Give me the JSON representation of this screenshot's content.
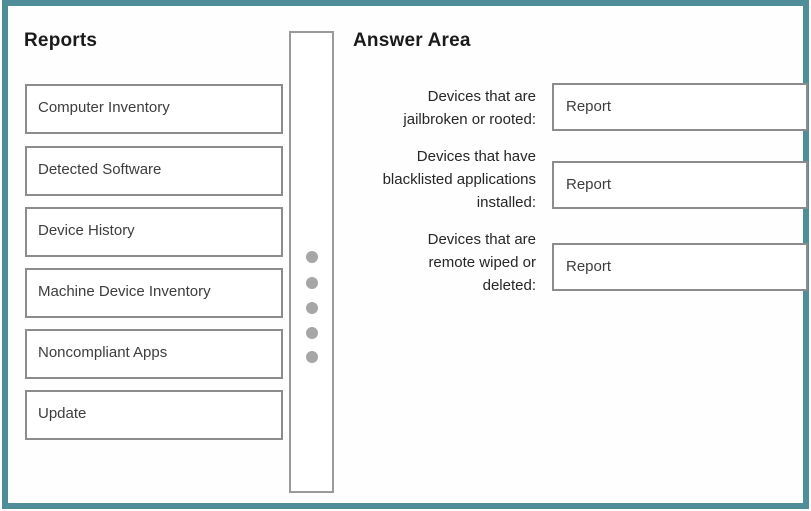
{
  "frame": {
    "border_color": "#4f8e98",
    "box_border_color": "#8c8c8c",
    "dot_color": "#a6a6a6"
  },
  "reports_panel": {
    "title": "Reports",
    "items": [
      "Computer Inventory",
      "Detected Software",
      "Device History",
      "Machine Device Inventory",
      "Noncompliant Apps",
      "Update"
    ]
  },
  "divider": {
    "dot_count": 5
  },
  "answer_area": {
    "title": "Answer Area",
    "rows": [
      {
        "label": "Devices that are\njailbroken or rooted:",
        "slot": "Report"
      },
      {
        "label": "Devices that have\nblacklisted applications\ninstalled:",
        "slot": "Report"
      },
      {
        "label": "Devices that are\nremote wiped or\ndeleted:",
        "slot": "Report"
      }
    ]
  }
}
